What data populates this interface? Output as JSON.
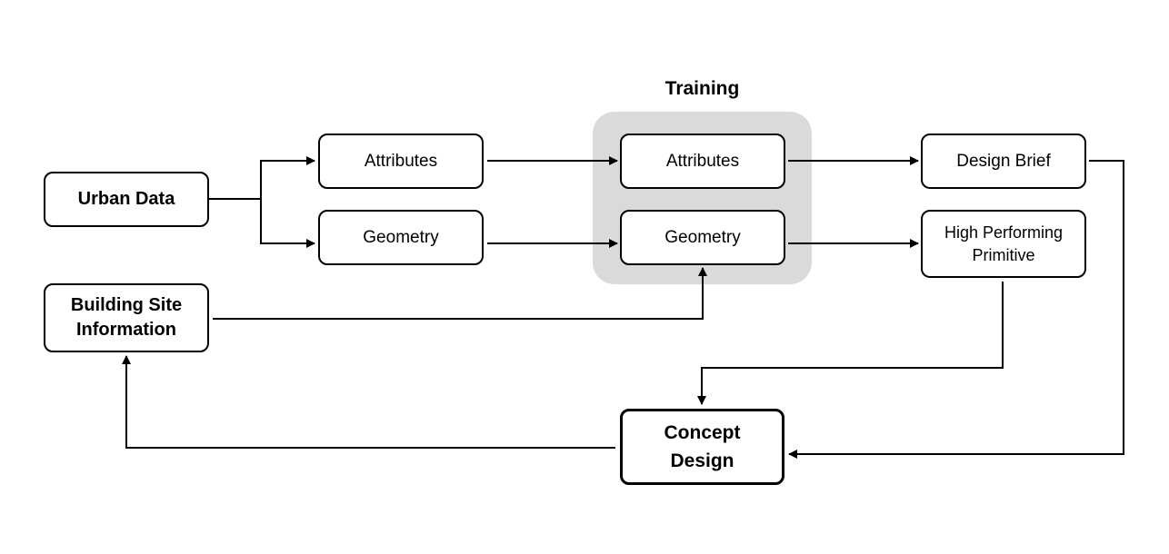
{
  "training_label": "Training",
  "nodes": {
    "urban_data": "Urban Data",
    "building_site": "Building Site\nInformation",
    "attributes_in": "Attributes",
    "geometry_in": "Geometry",
    "attributes_train": "Attributes",
    "geometry_train": "Geometry",
    "design_brief": "Design Brief",
    "high_performing": "High Performing\nPrimitive",
    "concept_design": "Concept\nDesign"
  }
}
